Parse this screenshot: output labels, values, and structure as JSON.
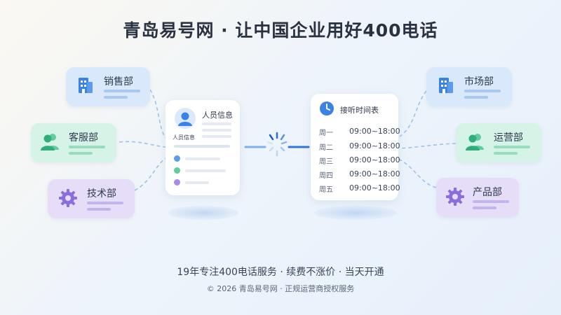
{
  "title": "青岛易号网 · 让中国企业用好400电话",
  "departments_left": [
    {
      "name": "销售部",
      "icon": "building-icon",
      "theme": "blue"
    },
    {
      "name": "客服部",
      "icon": "users-icon",
      "theme": "green"
    },
    {
      "name": "技术部",
      "icon": "gear-icon",
      "theme": "purple"
    }
  ],
  "departments_right": [
    {
      "name": "市场部",
      "icon": "building-icon",
      "theme": "blue"
    },
    {
      "name": "运营部",
      "icon": "users-icon",
      "theme": "green"
    },
    {
      "name": "产品部",
      "icon": "gear-icon",
      "theme": "purple"
    }
  ],
  "person_card": {
    "title": "人员信息",
    "avatar_caption": "人员信息"
  },
  "schedule_card": {
    "title": "接听时间表",
    "rows": [
      {
        "day": "周一",
        "time": "09:00~18:00"
      },
      {
        "day": "周二",
        "time": "09:00~18:00"
      },
      {
        "day": "周三",
        "time": "09:00~18:00"
      },
      {
        "day": "周四",
        "time": "09:00~18:00"
      },
      {
        "day": "周五",
        "time": "09:00~18:00"
      }
    ]
  },
  "footer": {
    "tagline": "19年专注400电话服务 · 续费不涨价 · 当天开通",
    "copyright": "© 2026 青岛易号网 · 正规运营商授权服务"
  },
  "colors": {
    "blue": "#3b82e6",
    "green": "#37b98a",
    "purple": "#8a6ee0"
  }
}
